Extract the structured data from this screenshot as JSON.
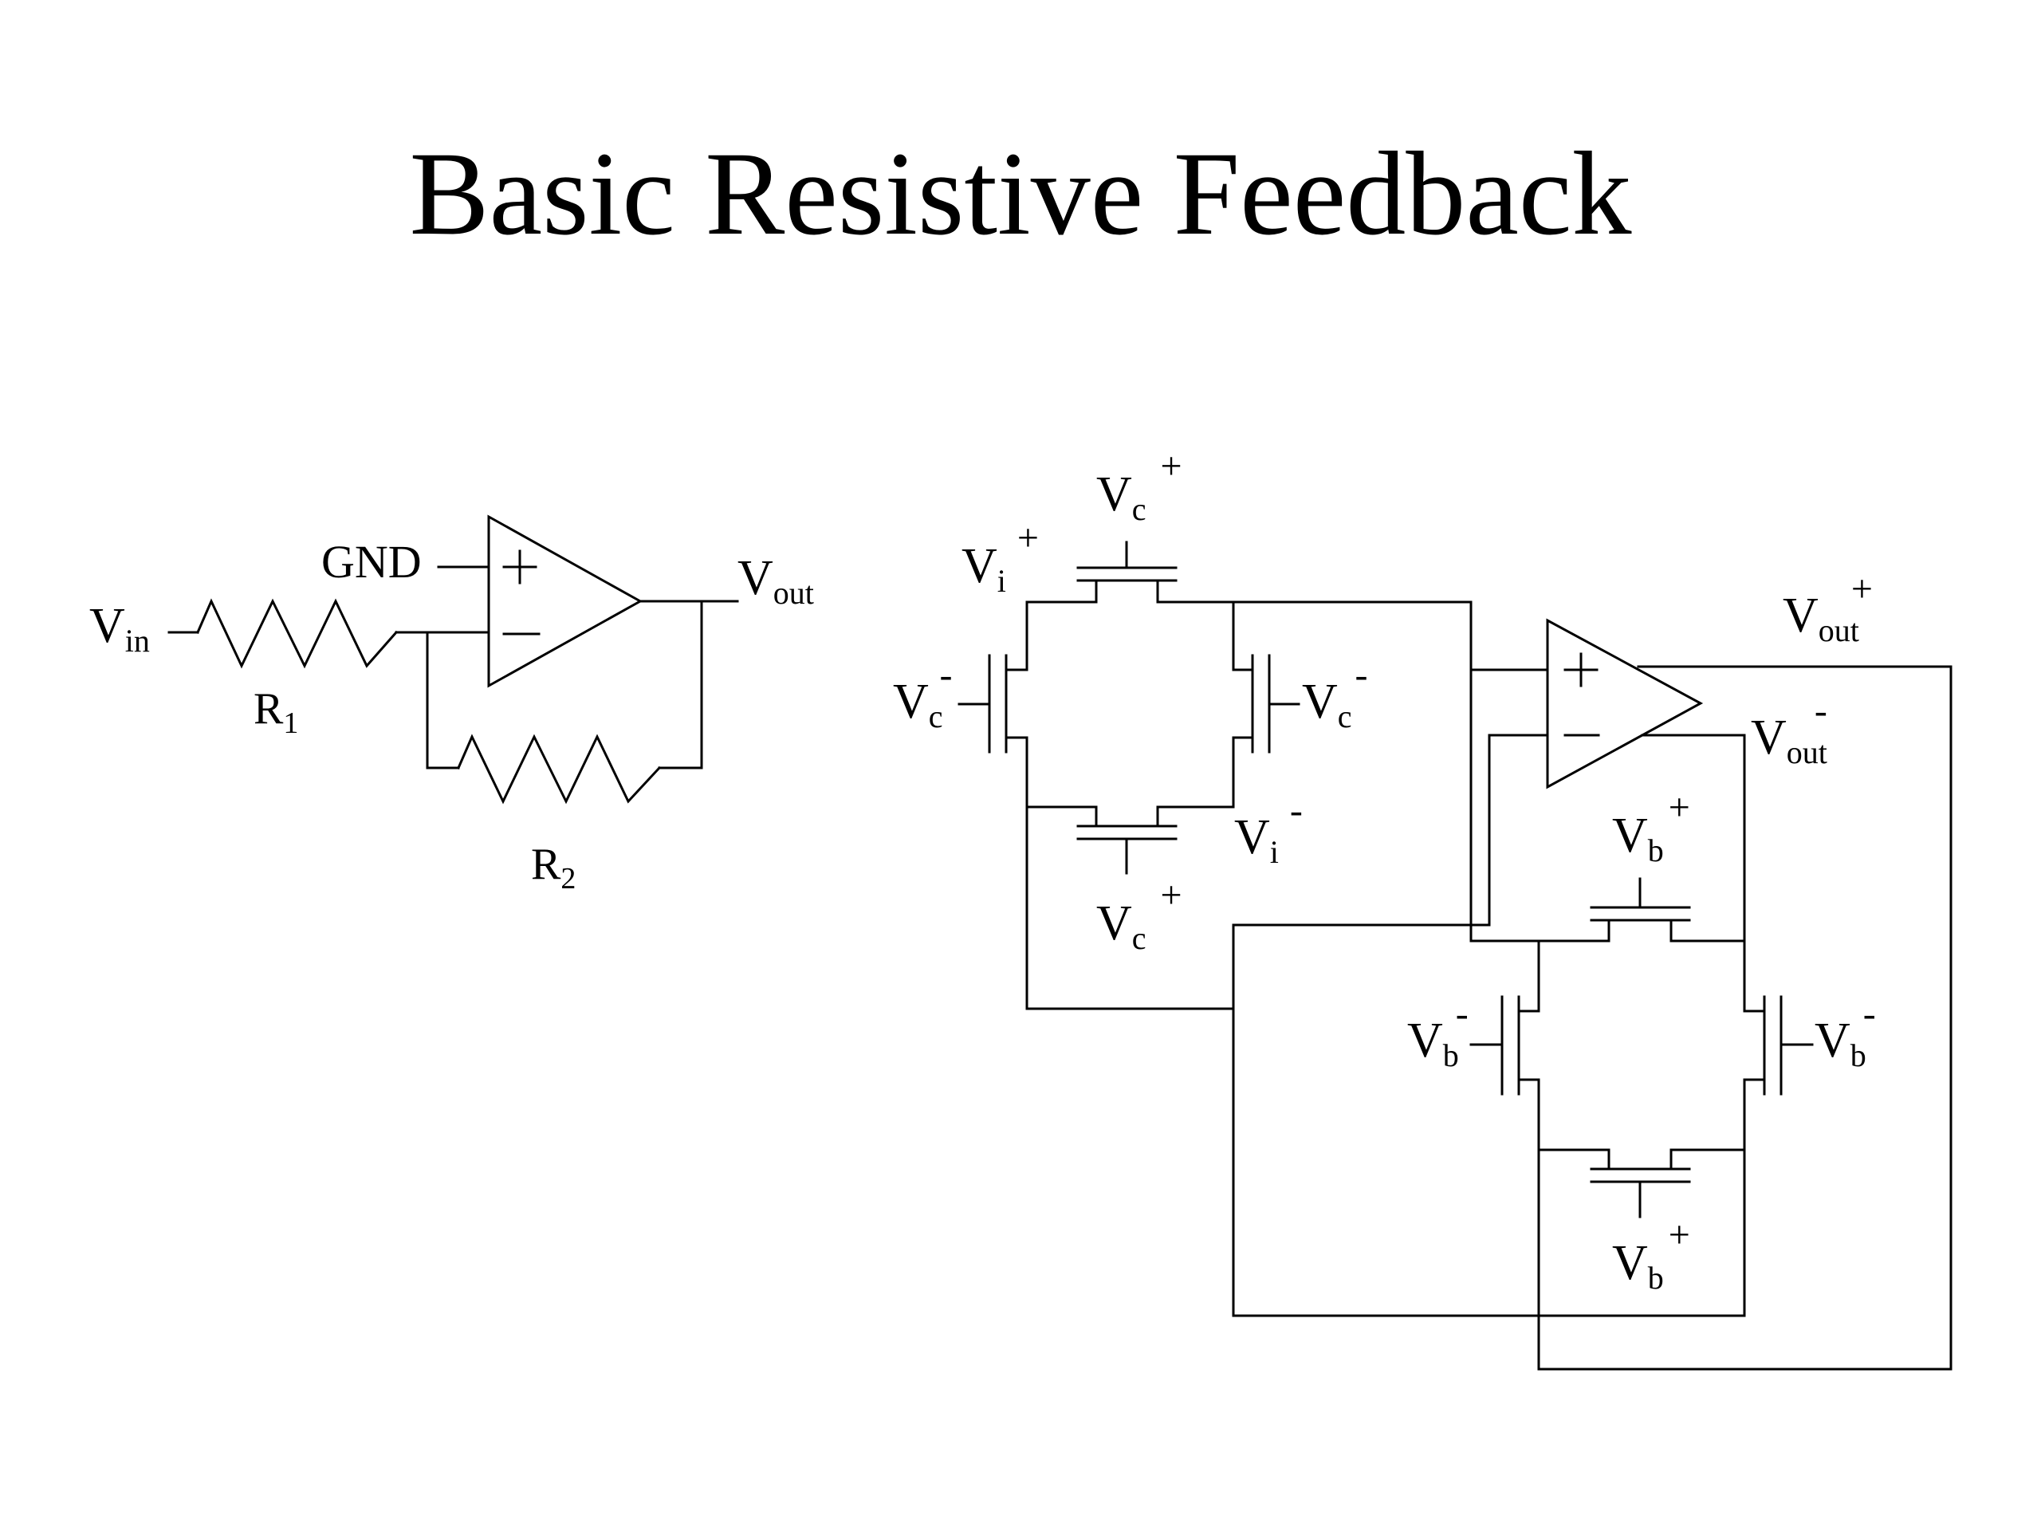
{
  "slide": {
    "title": "Basic Resistive Feedback"
  },
  "left_circuit": {
    "vin_base": "V",
    "vin_sub": "in",
    "gnd": "GND",
    "vout_base": "V",
    "vout_sub": "out",
    "r1_base": "R",
    "r1_sub": "1",
    "r2_base": "R",
    "r2_sub": "2",
    "opamp_plus": "+",
    "opamp_minus": "−"
  },
  "right_circuit": {
    "vc_top": {
      "base": "V",
      "sub": "c",
      "sup": "+"
    },
    "vi_plus": {
      "base": "V",
      "sub": "i",
      "sup": "+"
    },
    "vc_left": {
      "base": "V",
      "sub": "c",
      "sup": "-"
    },
    "vc_right": {
      "base": "V",
      "sub": "c",
      "sup": "-"
    },
    "vi_minus": {
      "base": "V",
      "sub": "i",
      "sup": "-"
    },
    "vc_bottom": {
      "base": "V",
      "sub": "c",
      "sup": "+"
    },
    "vout_plus": {
      "base": "V",
      "sub": "out",
      "sup": "+"
    },
    "vout_minus": {
      "base": "V",
      "sub": "out",
      "sup": "-"
    },
    "vb_top": {
      "base": "V",
      "sub": "b",
      "sup": "+"
    },
    "vb_left": {
      "base": "V",
      "sub": "b",
      "sup": "-"
    },
    "vb_right": {
      "base": "V",
      "sub": "b",
      "sup": "-"
    },
    "vb_bottom": {
      "base": "V",
      "sub": "b",
      "sup": "+"
    },
    "opamp_plus": "+",
    "opamp_minus": "−",
    "input_dash": "-"
  }
}
